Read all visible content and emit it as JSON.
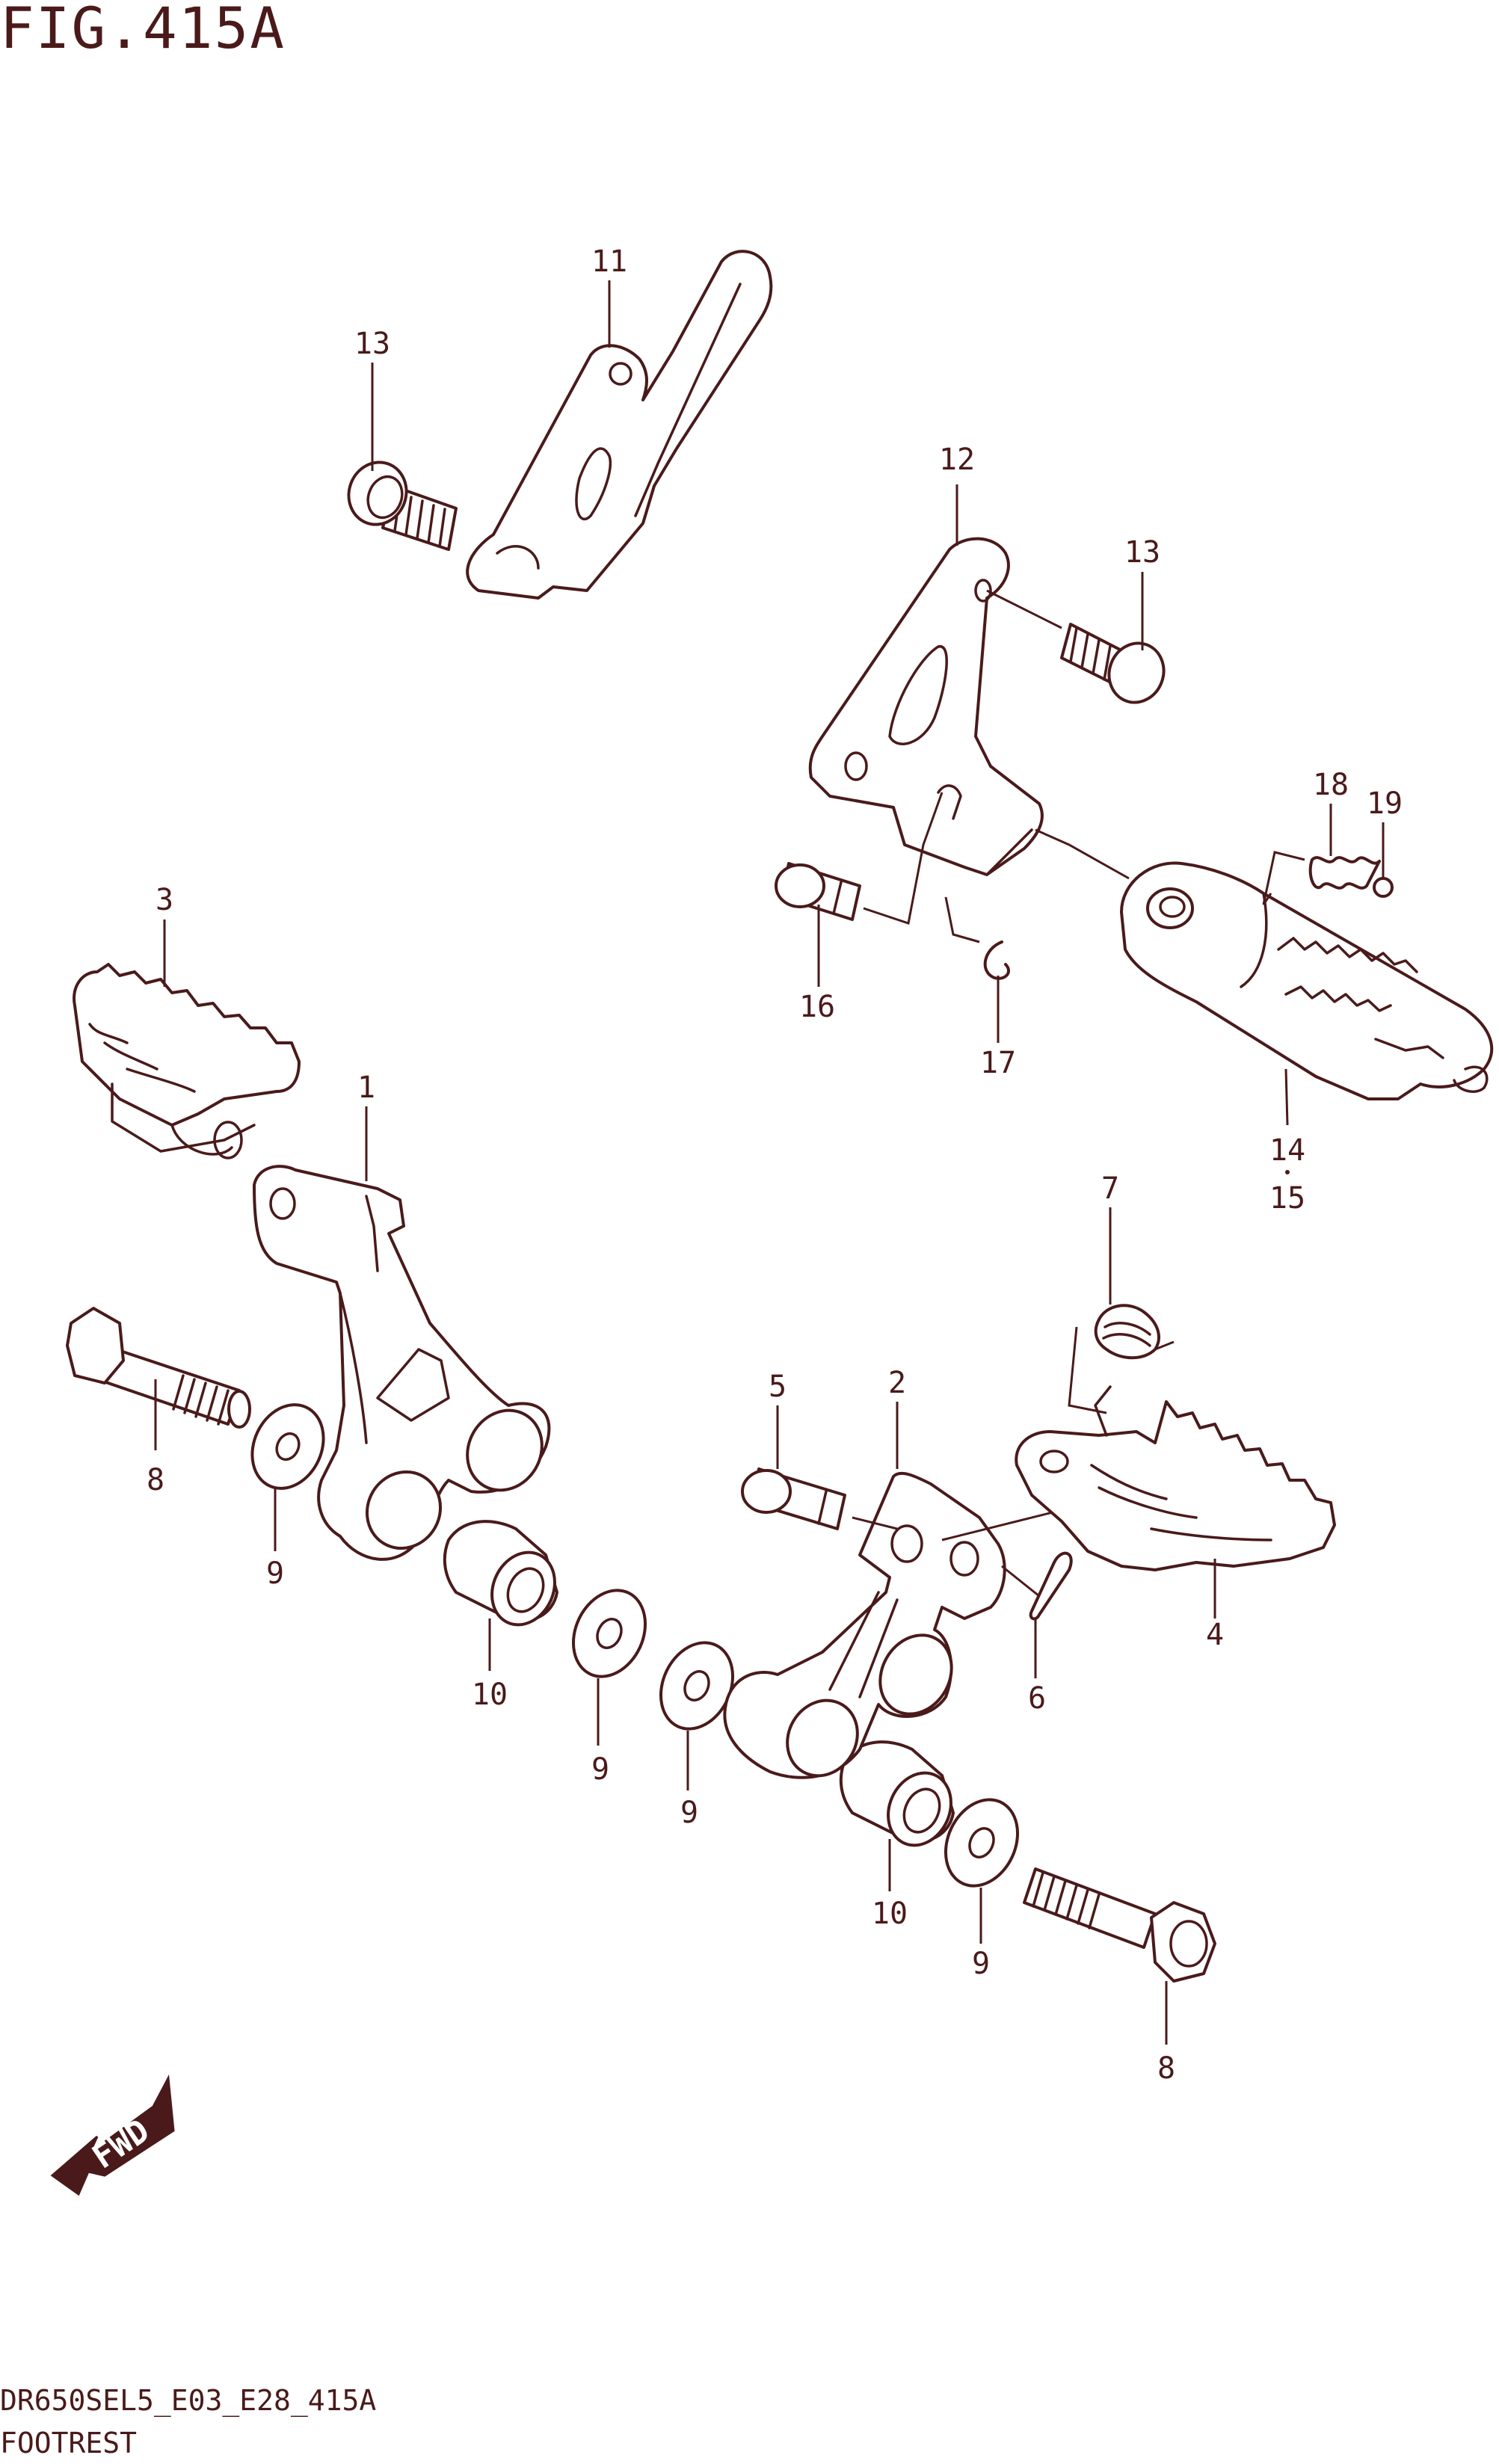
{
  "figure": {
    "title": "FIG.415A",
    "model_code": "DR650SEL5_E03_E28_415A",
    "caption": "FOOTREST"
  },
  "direction_badge": {
    "label": "FWD"
  },
  "callouts": [
    {
      "id": "c11a",
      "label": "11"
    },
    {
      "id": "c13a",
      "label": "13"
    },
    {
      "id": "c12",
      "label": "12"
    },
    {
      "id": "c13b",
      "label": "13"
    },
    {
      "id": "c18",
      "label": "18"
    },
    {
      "id": "c19",
      "label": "19"
    },
    {
      "id": "c16",
      "label": "16"
    },
    {
      "id": "c17",
      "label": "17"
    },
    {
      "id": "c14",
      "label": "14"
    },
    {
      "id": "c15",
      "label": "15"
    },
    {
      "id": "c3",
      "label": "3"
    },
    {
      "id": "c1",
      "label": "1"
    },
    {
      "id": "c7",
      "label": "7"
    },
    {
      "id": "c5",
      "label": "5"
    },
    {
      "id": "c2",
      "label": "2"
    },
    {
      "id": "c8a",
      "label": "8"
    },
    {
      "id": "c9a",
      "label": "9"
    },
    {
      "id": "c10a",
      "label": "10"
    },
    {
      "id": "c9b",
      "label": "9"
    },
    {
      "id": "c9c",
      "label": "9"
    },
    {
      "id": "c4",
      "label": "4"
    },
    {
      "id": "c6",
      "label": "6"
    },
    {
      "id": "c10b",
      "label": "10"
    },
    {
      "id": "c9d",
      "label": "9"
    },
    {
      "id": "c8b",
      "label": "8"
    }
  ],
  "colors": {
    "ink": "#4a1a1a",
    "paper": "#ffffff"
  }
}
